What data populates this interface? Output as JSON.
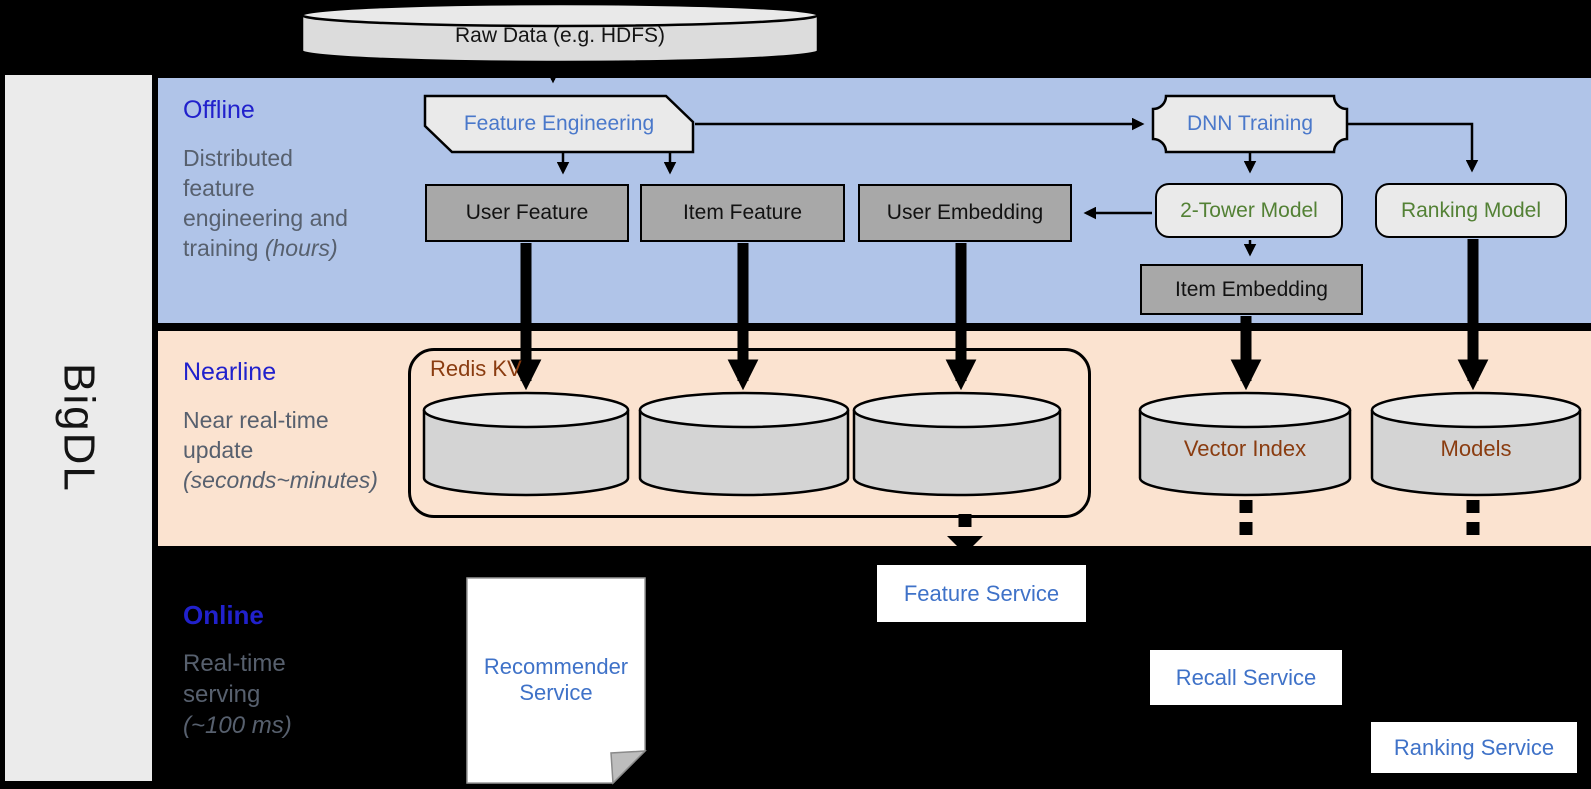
{
  "brand": "BigDL",
  "lanes": {
    "offline": {
      "label": "Offline",
      "desc_lines": [
        "Distributed",
        "feature",
        "engineering and",
        "training"
      ],
      "duration": "(hours)"
    },
    "nearline": {
      "label": "Nearline",
      "desc_lines": [
        "Near real-time",
        "update"
      ],
      "duration": "(seconds~minutes)"
    },
    "online": {
      "label": "Online",
      "desc_lines": [
        "Real-time",
        "serving"
      ],
      "duration": "(~100 ms)"
    }
  },
  "nodes": {
    "raw_data": "Raw Data (e.g. HDFS)",
    "feature_engineering": "Feature Engineering",
    "dnn_training": "DNN Training",
    "user_feature": "User Feature",
    "item_feature": "Item Feature",
    "user_embedding": "User Embedding",
    "two_tower_model": "2-Tower Model",
    "ranking_model": "Ranking Model",
    "item_embedding": "Item Embedding",
    "redis_kv": "Redis KV",
    "vector_index": "Vector Index",
    "models": "Models",
    "recommender_service": "Recommender Service",
    "feature_service": "Feature Service",
    "recall_service": "Recall Service",
    "ranking_service": "Ranking Service"
  },
  "colors": {
    "offline_band": "#b0c4e8",
    "nearline_band": "#fbe3d0",
    "online_band": "#000000",
    "heading_blue": "#2121cc",
    "lane_text_gray": "#57606e",
    "node_blue": "#4a78ca",
    "node_green": "#538135",
    "store_brown": "#8a3c10",
    "service_blue": "#3f72c8",
    "gray_box": "#a8a8a8",
    "light_shape": "#eaeaea"
  }
}
